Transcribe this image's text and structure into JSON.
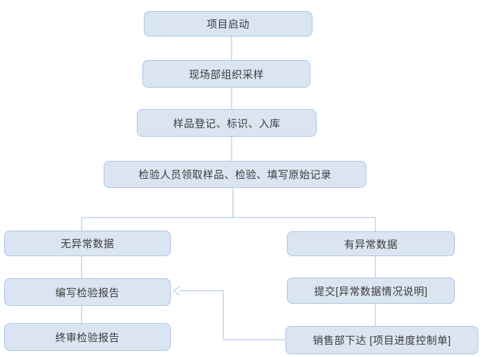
{
  "diagram": {
    "type": "flowchart",
    "background": "#ffffff",
    "colors": {
      "node_fill": "#dbe5f2",
      "node_border": "#a9c4e4",
      "connector": "#a9bfda",
      "text": "#3b3b3b"
    },
    "nodes": [
      {
        "id": "start",
        "label": "项目启动"
      },
      {
        "id": "sampling",
        "label": "现场部组织采样"
      },
      {
        "id": "registration",
        "label": "样品登记、标识、入库"
      },
      {
        "id": "inspection",
        "label": "检验人员领取样品、检验、填写原始记录"
      },
      {
        "id": "no-abnormal",
        "label": "无异常数据"
      },
      {
        "id": "write-report",
        "label": "编写检验报告"
      },
      {
        "id": "final-review",
        "label": "终审检验报告"
      },
      {
        "id": "has-abnormal",
        "label": "有异常数据"
      },
      {
        "id": "submit-abnormal",
        "label": "提交[异常数据情况说明]"
      },
      {
        "id": "sales-issue",
        "label": "销售部下达 [项目进度控制单]"
      }
    ],
    "edges": [
      {
        "from": "start",
        "to": "sampling",
        "arrow": false
      },
      {
        "from": "sampling",
        "to": "registration",
        "arrow": false
      },
      {
        "from": "registration",
        "to": "inspection",
        "arrow": false
      },
      {
        "from": "inspection",
        "to": "no-abnormal",
        "arrow": false
      },
      {
        "from": "inspection",
        "to": "has-abnormal",
        "arrow": false
      },
      {
        "from": "no-abnormal",
        "to": "write-report",
        "arrow": false
      },
      {
        "from": "write-report",
        "to": "final-review",
        "arrow": false
      },
      {
        "from": "has-abnormal",
        "to": "submit-abnormal",
        "arrow": false
      },
      {
        "from": "submit-abnormal",
        "to": "sales-issue",
        "arrow": false
      },
      {
        "from": "sales-issue",
        "to": "write-report",
        "arrow": true
      }
    ]
  }
}
